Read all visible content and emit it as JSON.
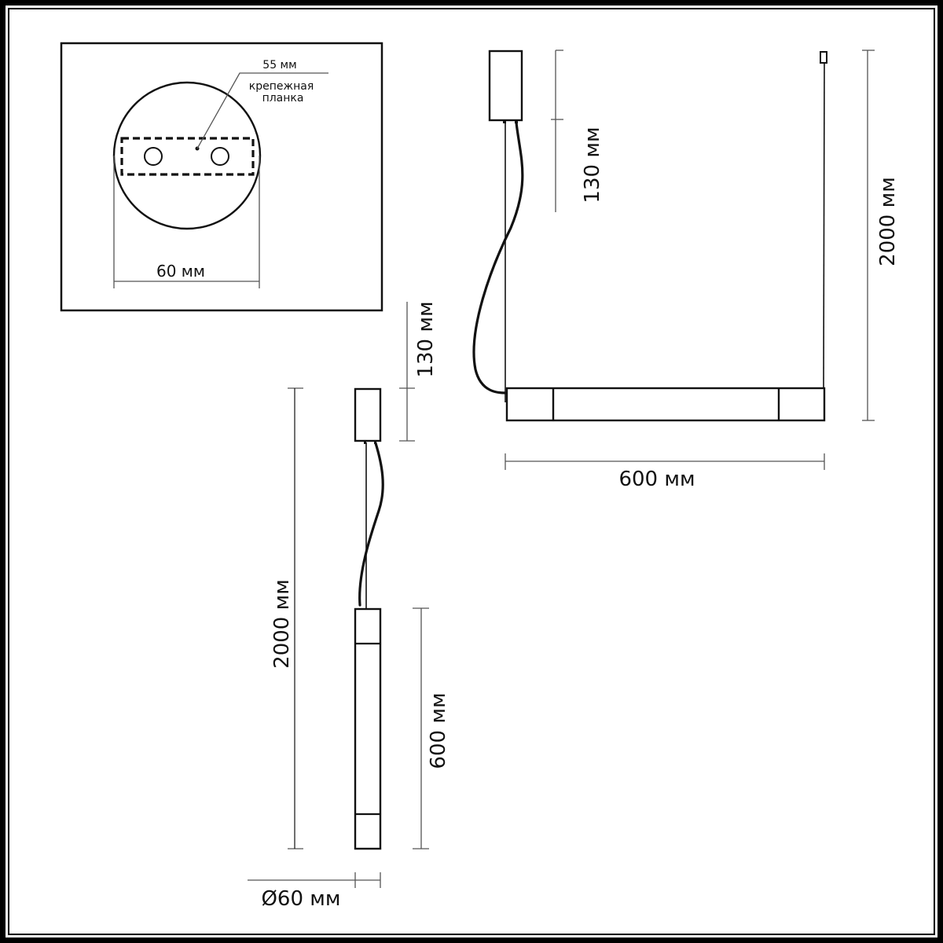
{
  "drawing": {
    "units": "мм",
    "top_view": {
      "annotation_size": "55 мм",
      "annotation_label_line1": "крепежная",
      "annotation_label_line2": "планка",
      "width_label": "60 мм"
    },
    "front_view": {
      "canopy_height_label": "130 мм",
      "total_height_label": "2000 мм",
      "length_label": "600 мм"
    },
    "side_view": {
      "canopy_height_label": "130 мм",
      "total_height_label": "2000 мм",
      "body_length_label": "600 мм",
      "diameter_label": "Ø60 мм"
    }
  },
  "colors": {
    "line": "#111111",
    "dimension_line": "#555555",
    "background": "#ffffff"
  }
}
